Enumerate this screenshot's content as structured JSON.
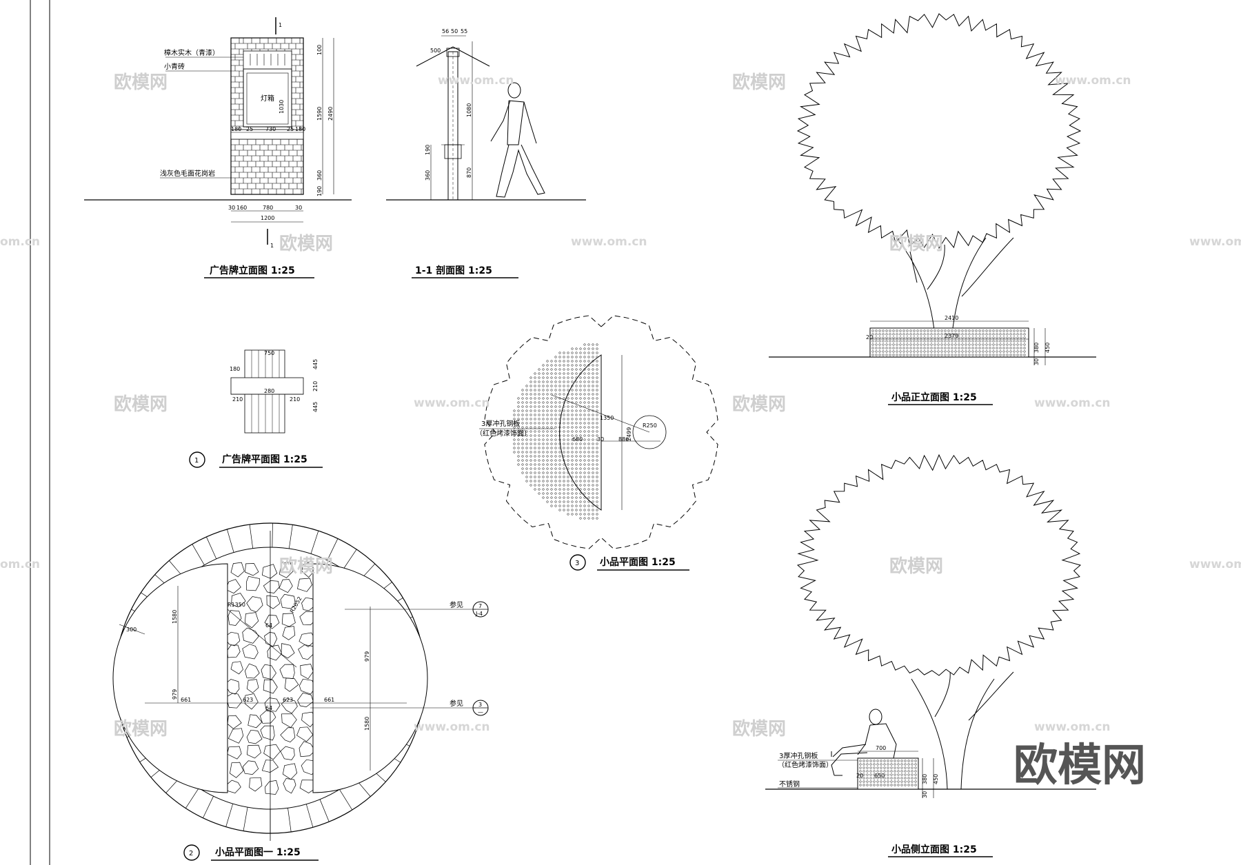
{
  "captions": {
    "billboard_elev": "广告牌立面图 1:25",
    "section_11": "1-1  剖面图 1:25",
    "billboard_plan": "广告牌平面图 1:25",
    "feature_plan3": "小品平面图 1:25",
    "feature_plan1": "小品平面图一 1:25",
    "feature_front": "小品正立面图 1:25",
    "feature_side": "小品侧立面图 1:25"
  },
  "markers": {
    "m1": "1",
    "m2": "2",
    "m3": "3",
    "cut": "1"
  },
  "labels": {
    "wood": "樟木实木（青漆）",
    "brick": "小青砖",
    "lightbox": "灯箱",
    "granite": "浅灰色毛面花岗岩",
    "steel_plate": "3厚冲孔钢板",
    "steel_plate_paint": "（红色烤漆饰面）",
    "stainless": "不锈钢",
    "ref": "参见",
    "ref_a_top": "7",
    "ref_a_bot": "J-4",
    "ref_b_top": "3",
    "ref_b_bot": "—"
  },
  "dims": {
    "d1200": "1200",
    "d780": "780",
    "d30": "30",
    "d160": "160",
    "d30b": "30",
    "d180": "180",
    "d25": "25",
    "d730": "730",
    "d1030": "1030",
    "d1590": "1590",
    "d2490": "2490",
    "d360": "360",
    "d190": "190",
    "d100": "100",
    "d1080": "1080",
    "d870": "870",
    "d500": "500",
    "d56": "56",
    "d50": "50",
    "d55": "55",
    "d750": "750",
    "d445": "445",
    "d210": "210",
    "d280": "280",
    "d2410": "2410",
    "d2379": "2379",
    "d380": "380",
    "d450": "450",
    "d20": "20",
    "d700": "700",
    "d650": "650",
    "d1350": "1350",
    "d2499": "2499",
    "d680": "680",
    "d886": "886",
    "dR250": "R250",
    "d300": "300",
    "d661": "661",
    "d623": "623",
    "d64": "64",
    "d1580": "1580",
    "d979": "979",
    "dR1350": "R1350",
    "dR2052": "R2052"
  },
  "watermarks": {
    "cn": "欧模网",
    "url": "www.om.cn",
    "url2": "om.cn"
  },
  "logo": "欧模网"
}
